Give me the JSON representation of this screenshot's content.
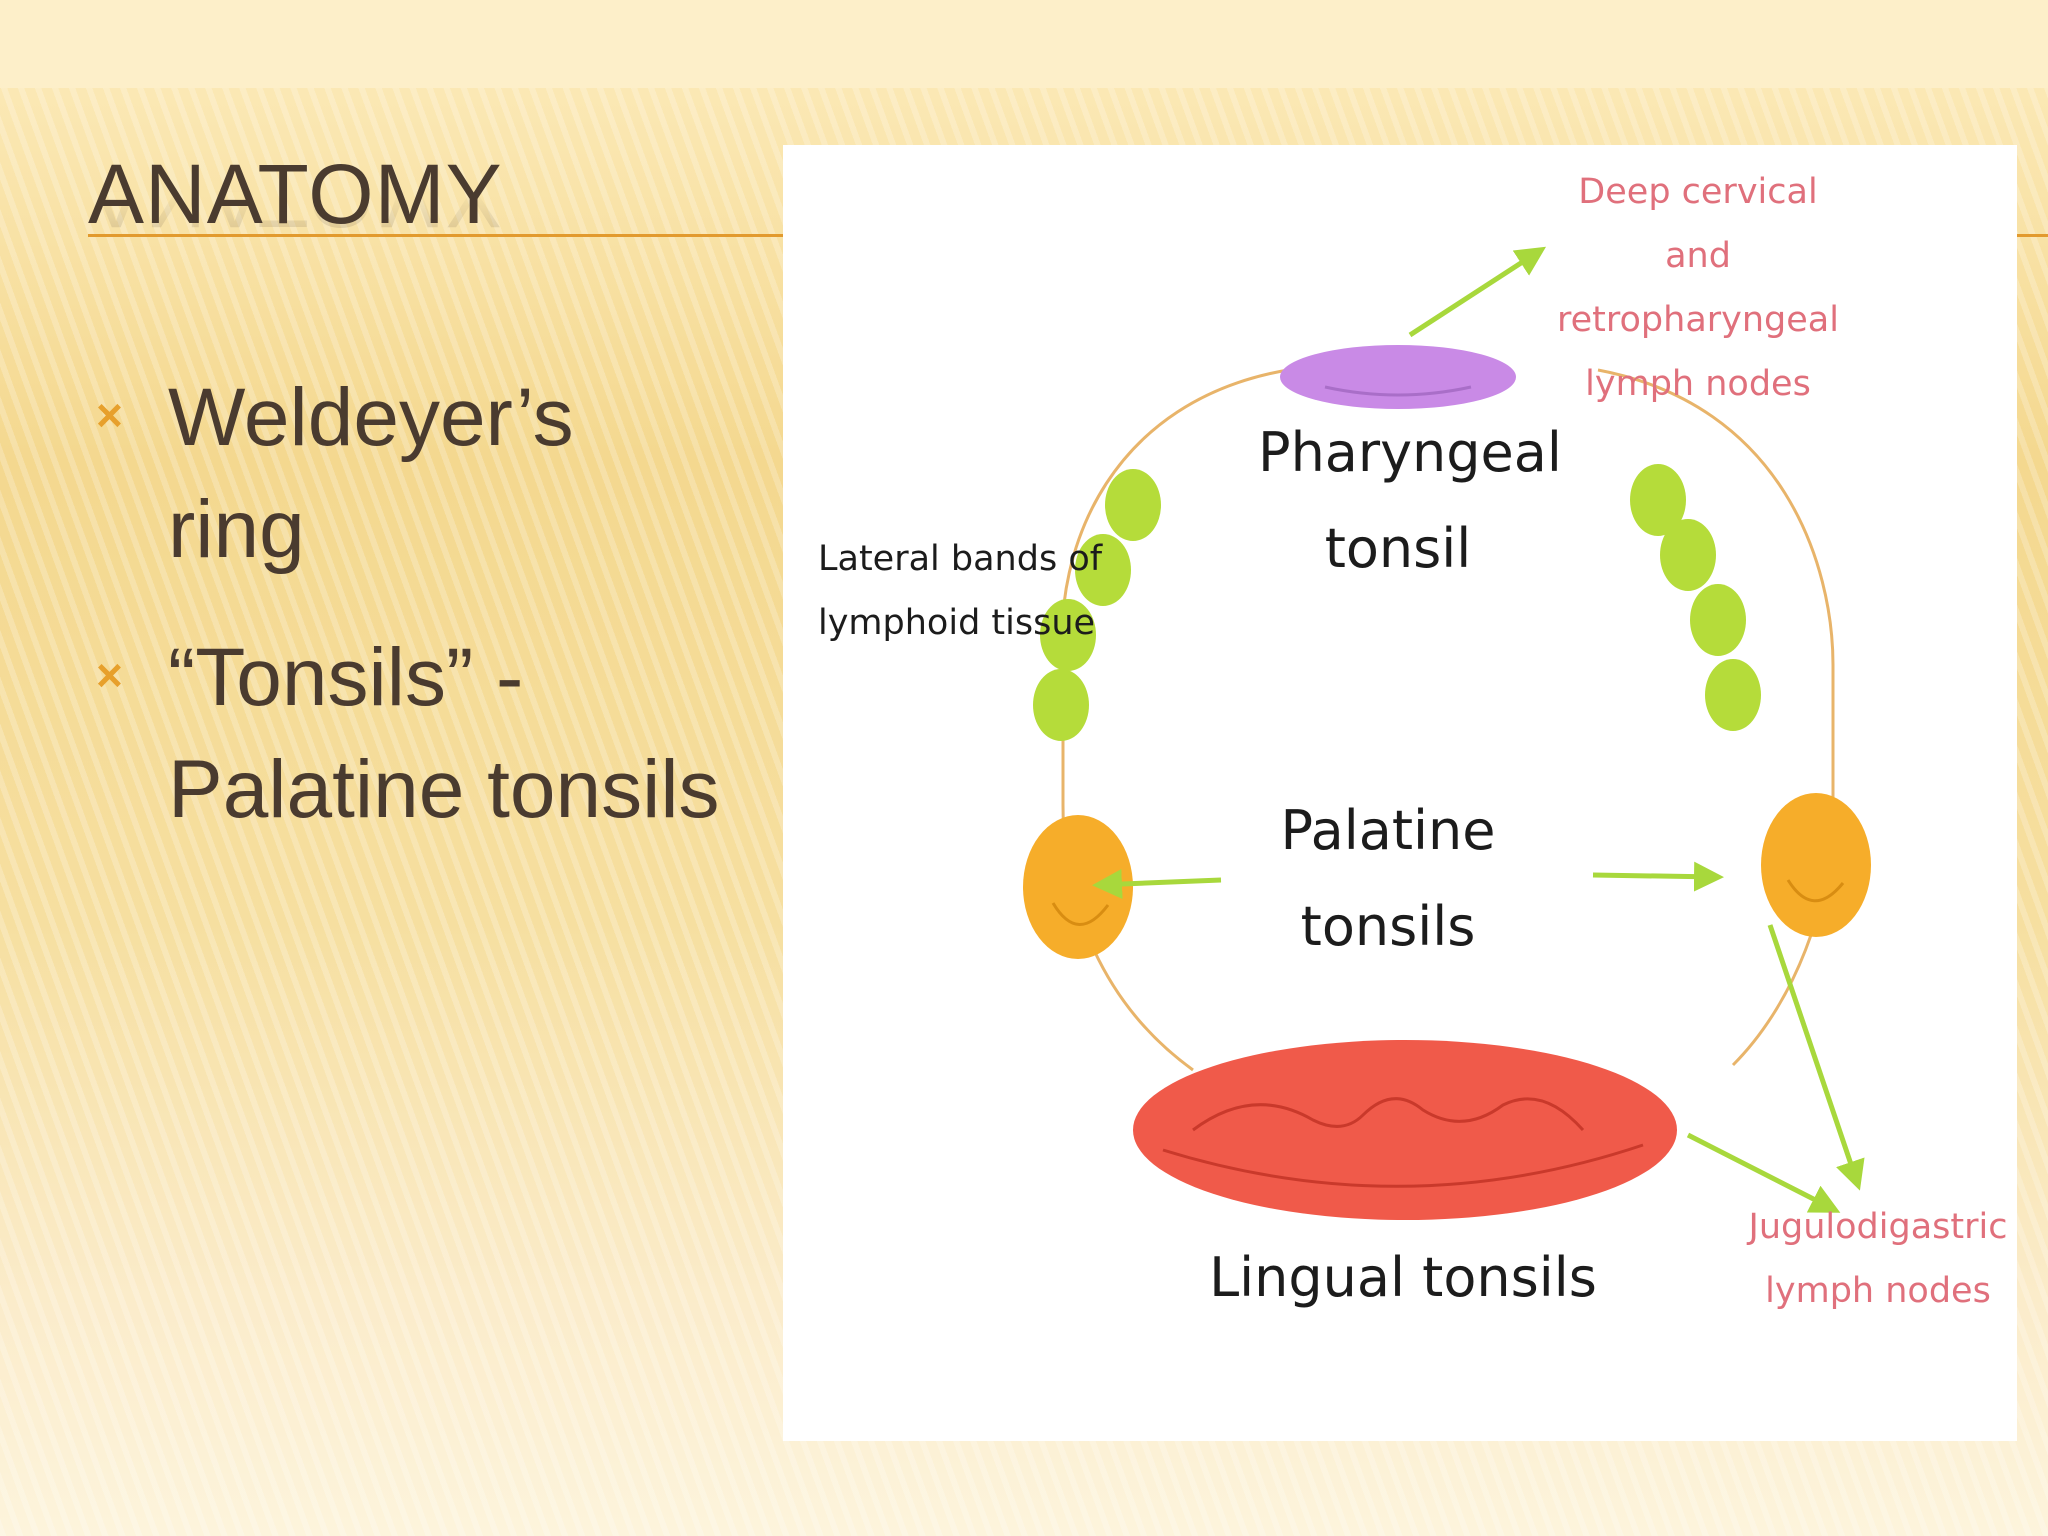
{
  "slide": {
    "title": "ANATOMY",
    "bullets": [
      {
        "marker": "×",
        "text": "Weldeyer’s ring"
      },
      {
        "marker": "×",
        "text": "“Tonsils” - Palatine tonsils"
      }
    ]
  },
  "diagram": {
    "labels": {
      "pharyngeal": "Pharyngeal tonsil",
      "palatine": "Palatine tonsils",
      "lingual": "Lingual tonsils",
      "lateral_bands": "Lateral bands of lymphoid tissue",
      "deep_cervical": "Deep cervical and retropharyngeal lymph nodes",
      "jugulodigastric": "Jugulodigastric lymph nodes"
    },
    "colors": {
      "pharyngeal": "#c98ae6",
      "palatine": "#f6ad2a",
      "lingual": "#f05a4a",
      "lateral_bands": "#b5dc3a",
      "arrows": "#a8d83c",
      "ring": "#e8b46a",
      "node_labels": "#e0707c"
    }
  }
}
